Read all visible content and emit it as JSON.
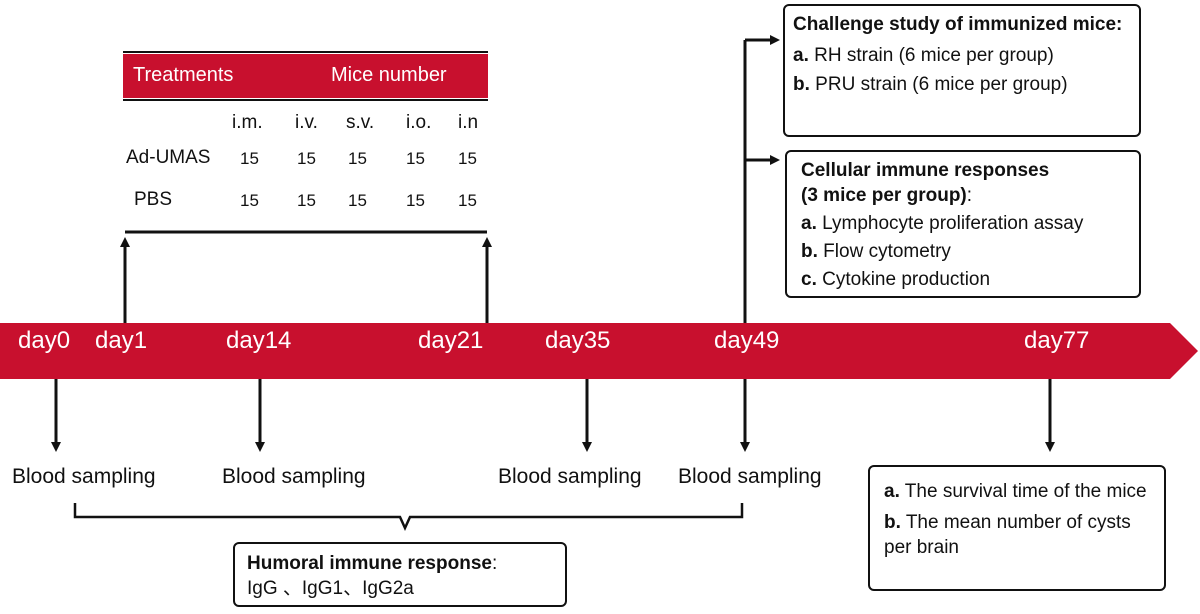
{
  "timeline": {
    "color": "#c8102e",
    "days": [
      "day0",
      "day1",
      "day14",
      "day21",
      "day35",
      "day49",
      "day77"
    ]
  },
  "table": {
    "header_color": "#c8102e",
    "headers": [
      "Treatments",
      "Mice number"
    ],
    "routes": [
      "i.m.",
      "i.v.",
      "s.v.",
      "i.o.",
      "i.n"
    ],
    "rows": [
      {
        "name": "Ad-UMAS",
        "values": [
          "15",
          "15",
          "15",
          "15",
          "15"
        ]
      },
      {
        "name": "PBS",
        "values": [
          "15",
          "15",
          "15",
          "15",
          "15"
        ]
      }
    ]
  },
  "blood_sampling": [
    "Blood sampling",
    "Blood sampling",
    "Blood sampling",
    "Blood sampling"
  ],
  "humoral": {
    "title": "Humoral immune response",
    "colon": ":",
    "items": "IgG 、IgG1、IgG2a"
  },
  "challenge": {
    "title": "Challenge study of immunized mice:",
    "a_marker": "a.",
    "a_text": "RH strain (6  mice per group)",
    "b_marker": "b.",
    "b_text": "PRU strain (6  mice per group)"
  },
  "cellular": {
    "title": "Cellular immune responses",
    "subtitle": "(3  mice per group)",
    "subtitle_suffix": ":",
    "a_marker": "a.",
    "a_text": "Lymphocyte proliferation assay",
    "b_marker": "b.",
    "b_text": "Flow cytometry",
    "c_marker": "c.",
    "c_text": "Cytokine production"
  },
  "survival": {
    "a_marker": "a.",
    "a_text": "The survival time of the mice",
    "b_marker": "b.",
    "b_text": "The mean number of cysts per brain"
  }
}
